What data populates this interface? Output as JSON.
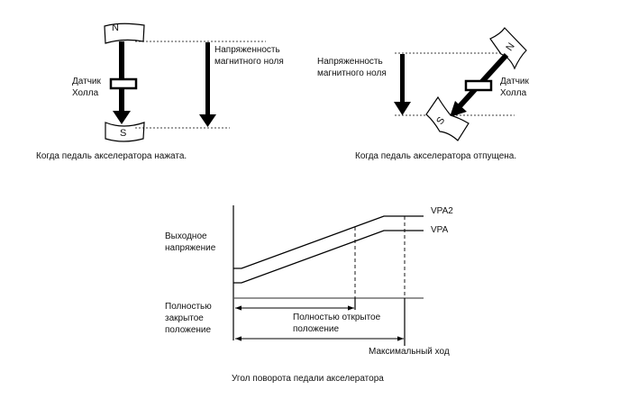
{
  "left_diagram": {
    "north_label": "N",
    "south_label": "S",
    "hall_sensor_label_1": "Датчик",
    "hall_sensor_label_2": "Холла",
    "field_strength_label_1": "Напряженность",
    "field_strength_label_2": "магнитного ноля",
    "caption": "Когда педаль акселератора нажата."
  },
  "right_diagram": {
    "north_label": "N",
    "south_label": "S",
    "hall_sensor_label_1": "Датчик",
    "hall_sensor_label_2": "Холла",
    "field_strength_label_1": "Напряженность",
    "field_strength_label_2": "магнитного ноля",
    "caption": "Когда педаль акселератора отпущена."
  },
  "graph": {
    "y_label_1": "Выходное",
    "y_label_2": "напряжение",
    "series": [
      {
        "name": "VPA2",
        "start_level": 0.32,
        "end_level": 0.88
      },
      {
        "name": "VPA",
        "start_level": 0.16,
        "end_level": 0.73
      }
    ],
    "closed_label_1": "Полностью",
    "closed_label_2": "закрытое",
    "closed_label_3": "положение",
    "open_label_1": "Полностью открытое",
    "open_label_2": "положение",
    "max_travel_label": "Максимальный ход",
    "x_label": "Угол поворота педали акселератора"
  }
}
